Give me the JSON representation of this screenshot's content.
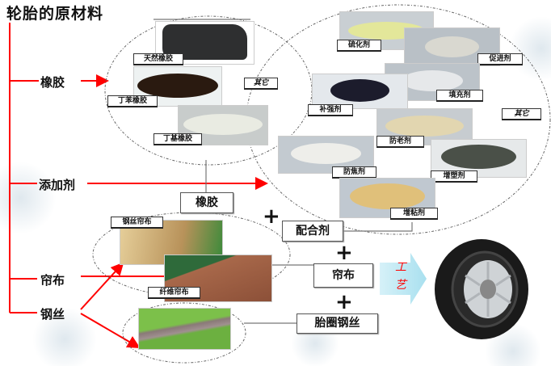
{
  "title": "轮胎的原材料",
  "categories": {
    "rubber": "橡胶",
    "additive": "添加剂",
    "cord": "帘布",
    "wire": "钢丝"
  },
  "rubber_types": [
    {
      "label": "天然橡胶",
      "color": "#2e2f30"
    },
    {
      "label": "丁苯橡胶",
      "color": "#2a1a10"
    },
    {
      "label": "丁基橡胶",
      "color": "#e9ebe2"
    },
    {
      "label": "其它"
    }
  ],
  "additives": [
    {
      "label": "硫化剂",
      "color": "#e3e79a"
    },
    {
      "label": "促进剂",
      "color": "#d9d8d0"
    },
    {
      "label": "填充剂",
      "color": "#e6e8ea"
    },
    {
      "label": "补强剂",
      "color": "#1c1c2c"
    },
    {
      "label": "其它"
    },
    {
      "label": "防老剂",
      "color": "#e2d6b0"
    },
    {
      "label": "防焦剂",
      "color": "#eeeeea"
    },
    {
      "label": "增塑剂",
      "color": "#4a5048"
    },
    {
      "label": "增粘剂",
      "color": "#e0c07a"
    }
  ],
  "cords": [
    {
      "label": "钢丝帘布",
      "color": "#c9a86a"
    },
    {
      "label": "纤维帘布",
      "color": "#a8684a"
    }
  ],
  "components": {
    "rubber": "橡胶",
    "compound": "配合剂",
    "cord": "帘布",
    "bead_wire": "胎圈钢丝",
    "plus": "+"
  },
  "process": "工艺",
  "colors": {
    "accent": "#ff0000",
    "arrow": "#bfe9f3"
  }
}
